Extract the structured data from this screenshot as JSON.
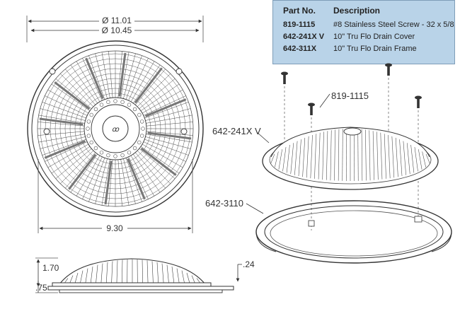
{
  "parts_table": {
    "headers": {
      "part_no": "Part No.",
      "description": "Description"
    },
    "rows": [
      {
        "part_no": "819-1115",
        "description": "#8 Stainless Steel Screw - 32 x 5/8"
      },
      {
        "part_no": "642-241X V",
        "description": "10\" Tru Flo Drain Cover"
      },
      {
        "part_no": "642-311X",
        "description": "10\" Tru Flo Drain Frame"
      }
    ],
    "background": "#b9d3e8"
  },
  "top_view": {
    "dim_outer": "Ø  11.01",
    "dim_inner": "Ø  10.45",
    "dim_bottom": "9.30"
  },
  "side_view": {
    "dim_height": "1.70",
    "dim_base": ".75",
    "dim_lip": ".24"
  },
  "exploded_view": {
    "label_screw": "819-1115",
    "label_cover": "642-241X V",
    "label_frame": "642-3110"
  },
  "colors": {
    "line": "#333333",
    "table_bg": "#b9d3e8"
  }
}
